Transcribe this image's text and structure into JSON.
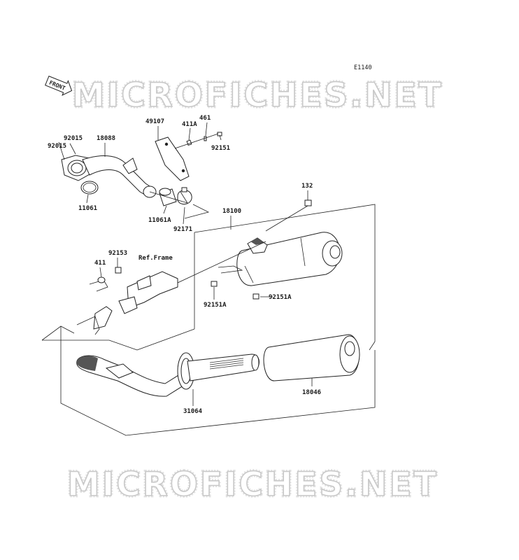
{
  "diagram": {
    "code": "E1140",
    "front_label": "FRONT",
    "ref_frame_label": "Ref.Frame",
    "watermark": "MICROFICHES.NET"
  },
  "parts": {
    "p92015a": "92015",
    "p92015b": "92015",
    "p18088": "18088",
    "p11061": "11061",
    "p49107": "49107",
    "p411A": "411A",
    "p461": "461",
    "p92151": "92151",
    "p11061A": "11061A",
    "p92171": "92171",
    "p132": "132",
    "p18100": "18100",
    "p92153": "92153",
    "p411": "411",
    "p92151A_left": "92151A",
    "p92151A_right": "92151A",
    "p18046": "18046",
    "p31064": "31064"
  }
}
